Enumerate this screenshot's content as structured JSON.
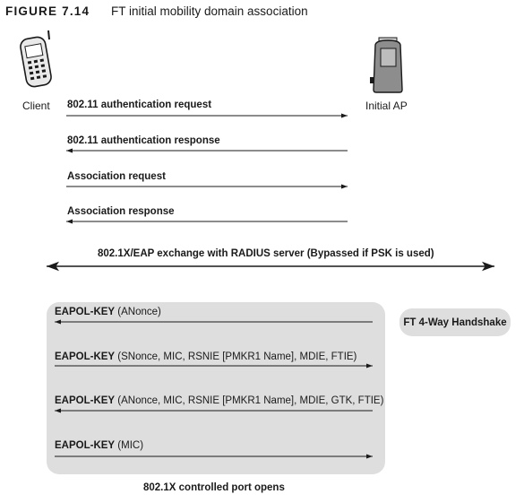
{
  "figure": {
    "label": "FIGURE 7.14",
    "title": "FT initial mobility domain association"
  },
  "actors": {
    "client": "Client",
    "ap": "Initial AP"
  },
  "messages": [
    {
      "bold": "802.11 authentication request",
      "rest": ""
    },
    {
      "bold": "802.11 authentication response",
      "rest": ""
    },
    {
      "bold": "Association request",
      "rest": ""
    },
    {
      "bold": "Association response",
      "rest": ""
    }
  ],
  "eap_exchange": "802.1X/EAP exchange with RADIUS server (Bypassed if PSK is used)",
  "handshake_label": "FT 4-Way Handshake",
  "eapol": [
    {
      "bold": "EAPOL-KEY",
      "rest": " (ANonce)"
    },
    {
      "bold": "EAPOL-KEY",
      "rest": " (SNonce, MIC, RSNIE [PMKR1 Name], MDIE, FTIE)"
    },
    {
      "bold": "EAPOL-KEY",
      "rest": " (ANonce, MIC, RSNIE [PMKR1 Name], MDIE, GTK, FTIE)"
    },
    {
      "bold": "EAPOL-KEY",
      "rest": " (MIC)"
    }
  ],
  "footer": "802.1X controlled port opens",
  "icons": {
    "client": "mobile-phone-icon",
    "ap": "access-point-icon"
  }
}
